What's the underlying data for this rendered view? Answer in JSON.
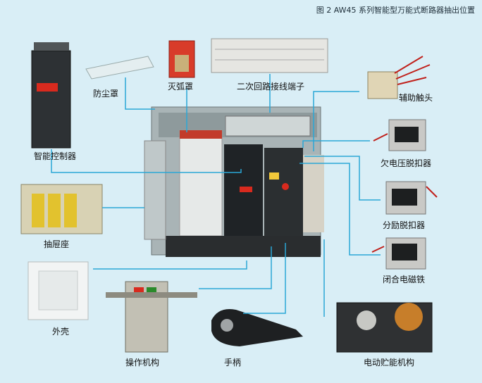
{
  "figure": {
    "title": "图 2  AW45 系列智能型万能式断路器抽出位置",
    "line_color": "#2aa7d6",
    "background_color": "#d9eef6"
  },
  "labels": {
    "controller": "智能控制器",
    "dust_cover": "防尘罩",
    "arc_chute": "灭弧罩",
    "secondary_terminal": "二次回路接线端子",
    "aux_contact": "辅助触头",
    "undervoltage": "欠电压脱扣器",
    "drawer_base": "抽屉座",
    "shunt_release": "分励脱扣器",
    "closing_magnet": "闭合电磁铁",
    "housing": "外壳",
    "operating_mech": "操作机构",
    "handle": "手柄",
    "motor_mech": "电动贮能机构"
  }
}
